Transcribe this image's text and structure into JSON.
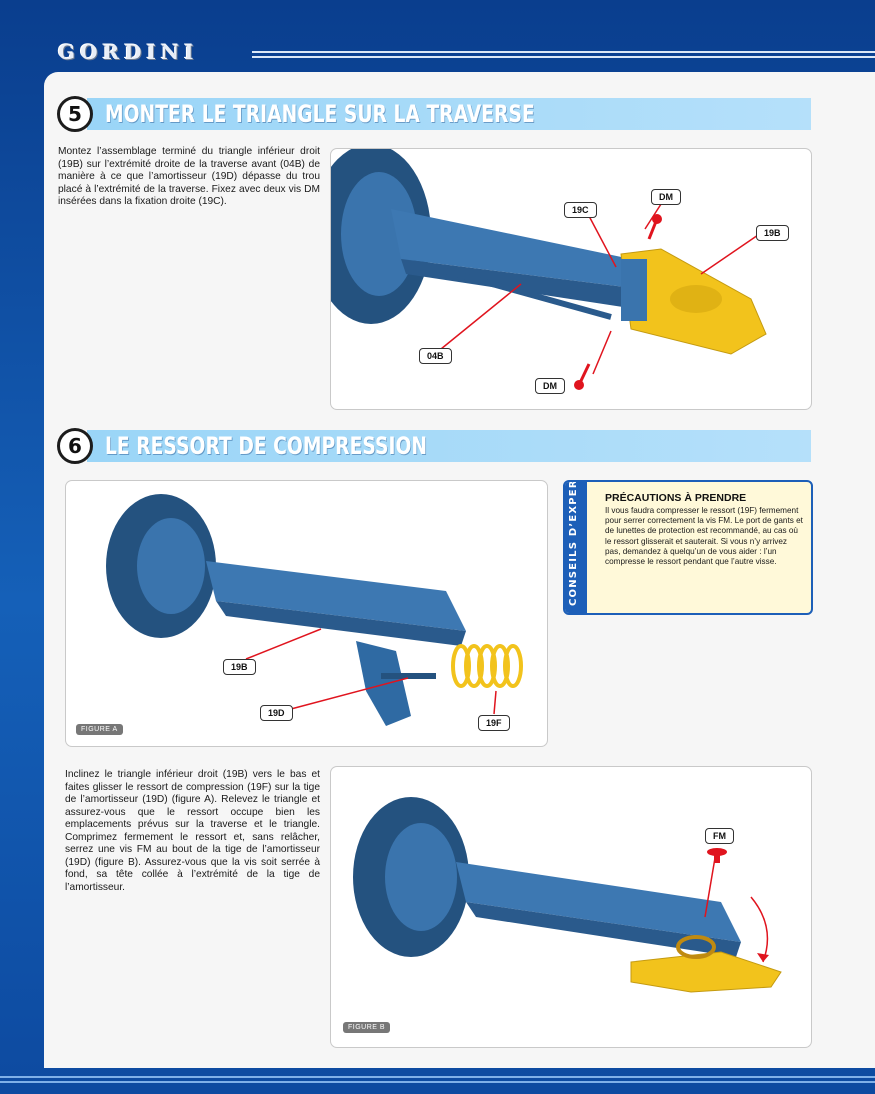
{
  "header": {
    "brand": "GORDINI"
  },
  "step5": {
    "number": "5",
    "title": "MONTER LE TRIANGLE SUR LA TRAVERSE",
    "text": "Montez l’assemblage terminé du triangle inférieur droit (19B) sur l’extrémité droite de la traverse avant (04B) de manière à ce que l’amortisseur (19D) dépasse du trou placé à l’extrémité de la traverse. Fixez avec deux vis DM insérées dans la fixation droite (19C).",
    "labels": {
      "c19c": "19C",
      "dm_top": "DM",
      "c19b": "19B",
      "c04b": "04B",
      "dm_bottom": "DM"
    }
  },
  "step6": {
    "number": "6",
    "title": "LE RESSORT DE COMPRESSION",
    "text": "Inclinez le triangle inférieur droit (19B) vers le bas et faites glisser le ressort de compression (19F) sur la tige de l’amortisseur (19D) (figure A). Relevez le triangle et assurez-vous que le ressort occupe bien les emplacements prévus sur la traverse et le triangle. Comprimez fermement le ressort et, sans relâcher, serrez une vis FM au bout de la tige de l’amortisseur (19D) (figure B). Assurez-vous que la vis soit serrée à fond, sa tête collée à l’extrémité de la tige de l’amortisseur.",
    "figure_a": {
      "tag": "FIGURE A",
      "labels": {
        "c19b": "19B",
        "c19d": "19D",
        "c19f": "19F"
      }
    },
    "figure_b": {
      "tag": "FIGURE B",
      "labels": {
        "fm": "FM"
      }
    }
  },
  "expert": {
    "side_label": "CONSEILS D’EXPERT",
    "title": "PRÉCAUTIONS À PRENDRE",
    "text": "Il vous faudra compresser le ressort (19F) fermement pour serrer correctement la vis FM. Le port de gants et de lunettes de protection est recommandé, au cas où le ressort glisserait et sauterait. Si vous n’y arrivez pas, demandez à quelqu’un de vous aider : l’un compresse le ressort pendant que l’autre visse."
  },
  "colors": {
    "background": "#1560b8",
    "step_bar": "#9ad5f7",
    "expert_border": "#1d5fb8",
    "expert_bg": "#fff9d9",
    "part_blue": "#2f6aa3",
    "part_yellow": "#f2c31c",
    "leader_red": "#e0141e"
  }
}
